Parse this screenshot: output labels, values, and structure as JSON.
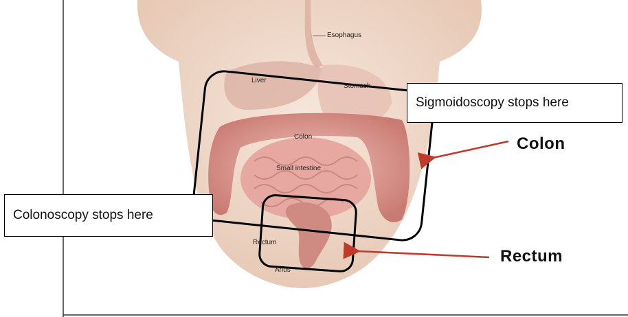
{
  "anatomy_labels": {
    "esophagus": "Esophagus",
    "liver": "Liver",
    "stomach": "Stomach",
    "colon": "Colon",
    "small_intestine": "Small intestine",
    "rectum": "Rectum",
    "anus": "Anus"
  },
  "callouts": {
    "sigmoidoscopy": "Sigmoidoscopy stops here",
    "colonoscopy": "Colonoscopy stops here"
  },
  "big_labels": {
    "colon": "Colon",
    "rectum": "Rectum"
  },
  "colors": {
    "arrow": "#c0392b",
    "outline": "#000000",
    "skin": "#f1dccd",
    "intestine": "#d98e86"
  }
}
